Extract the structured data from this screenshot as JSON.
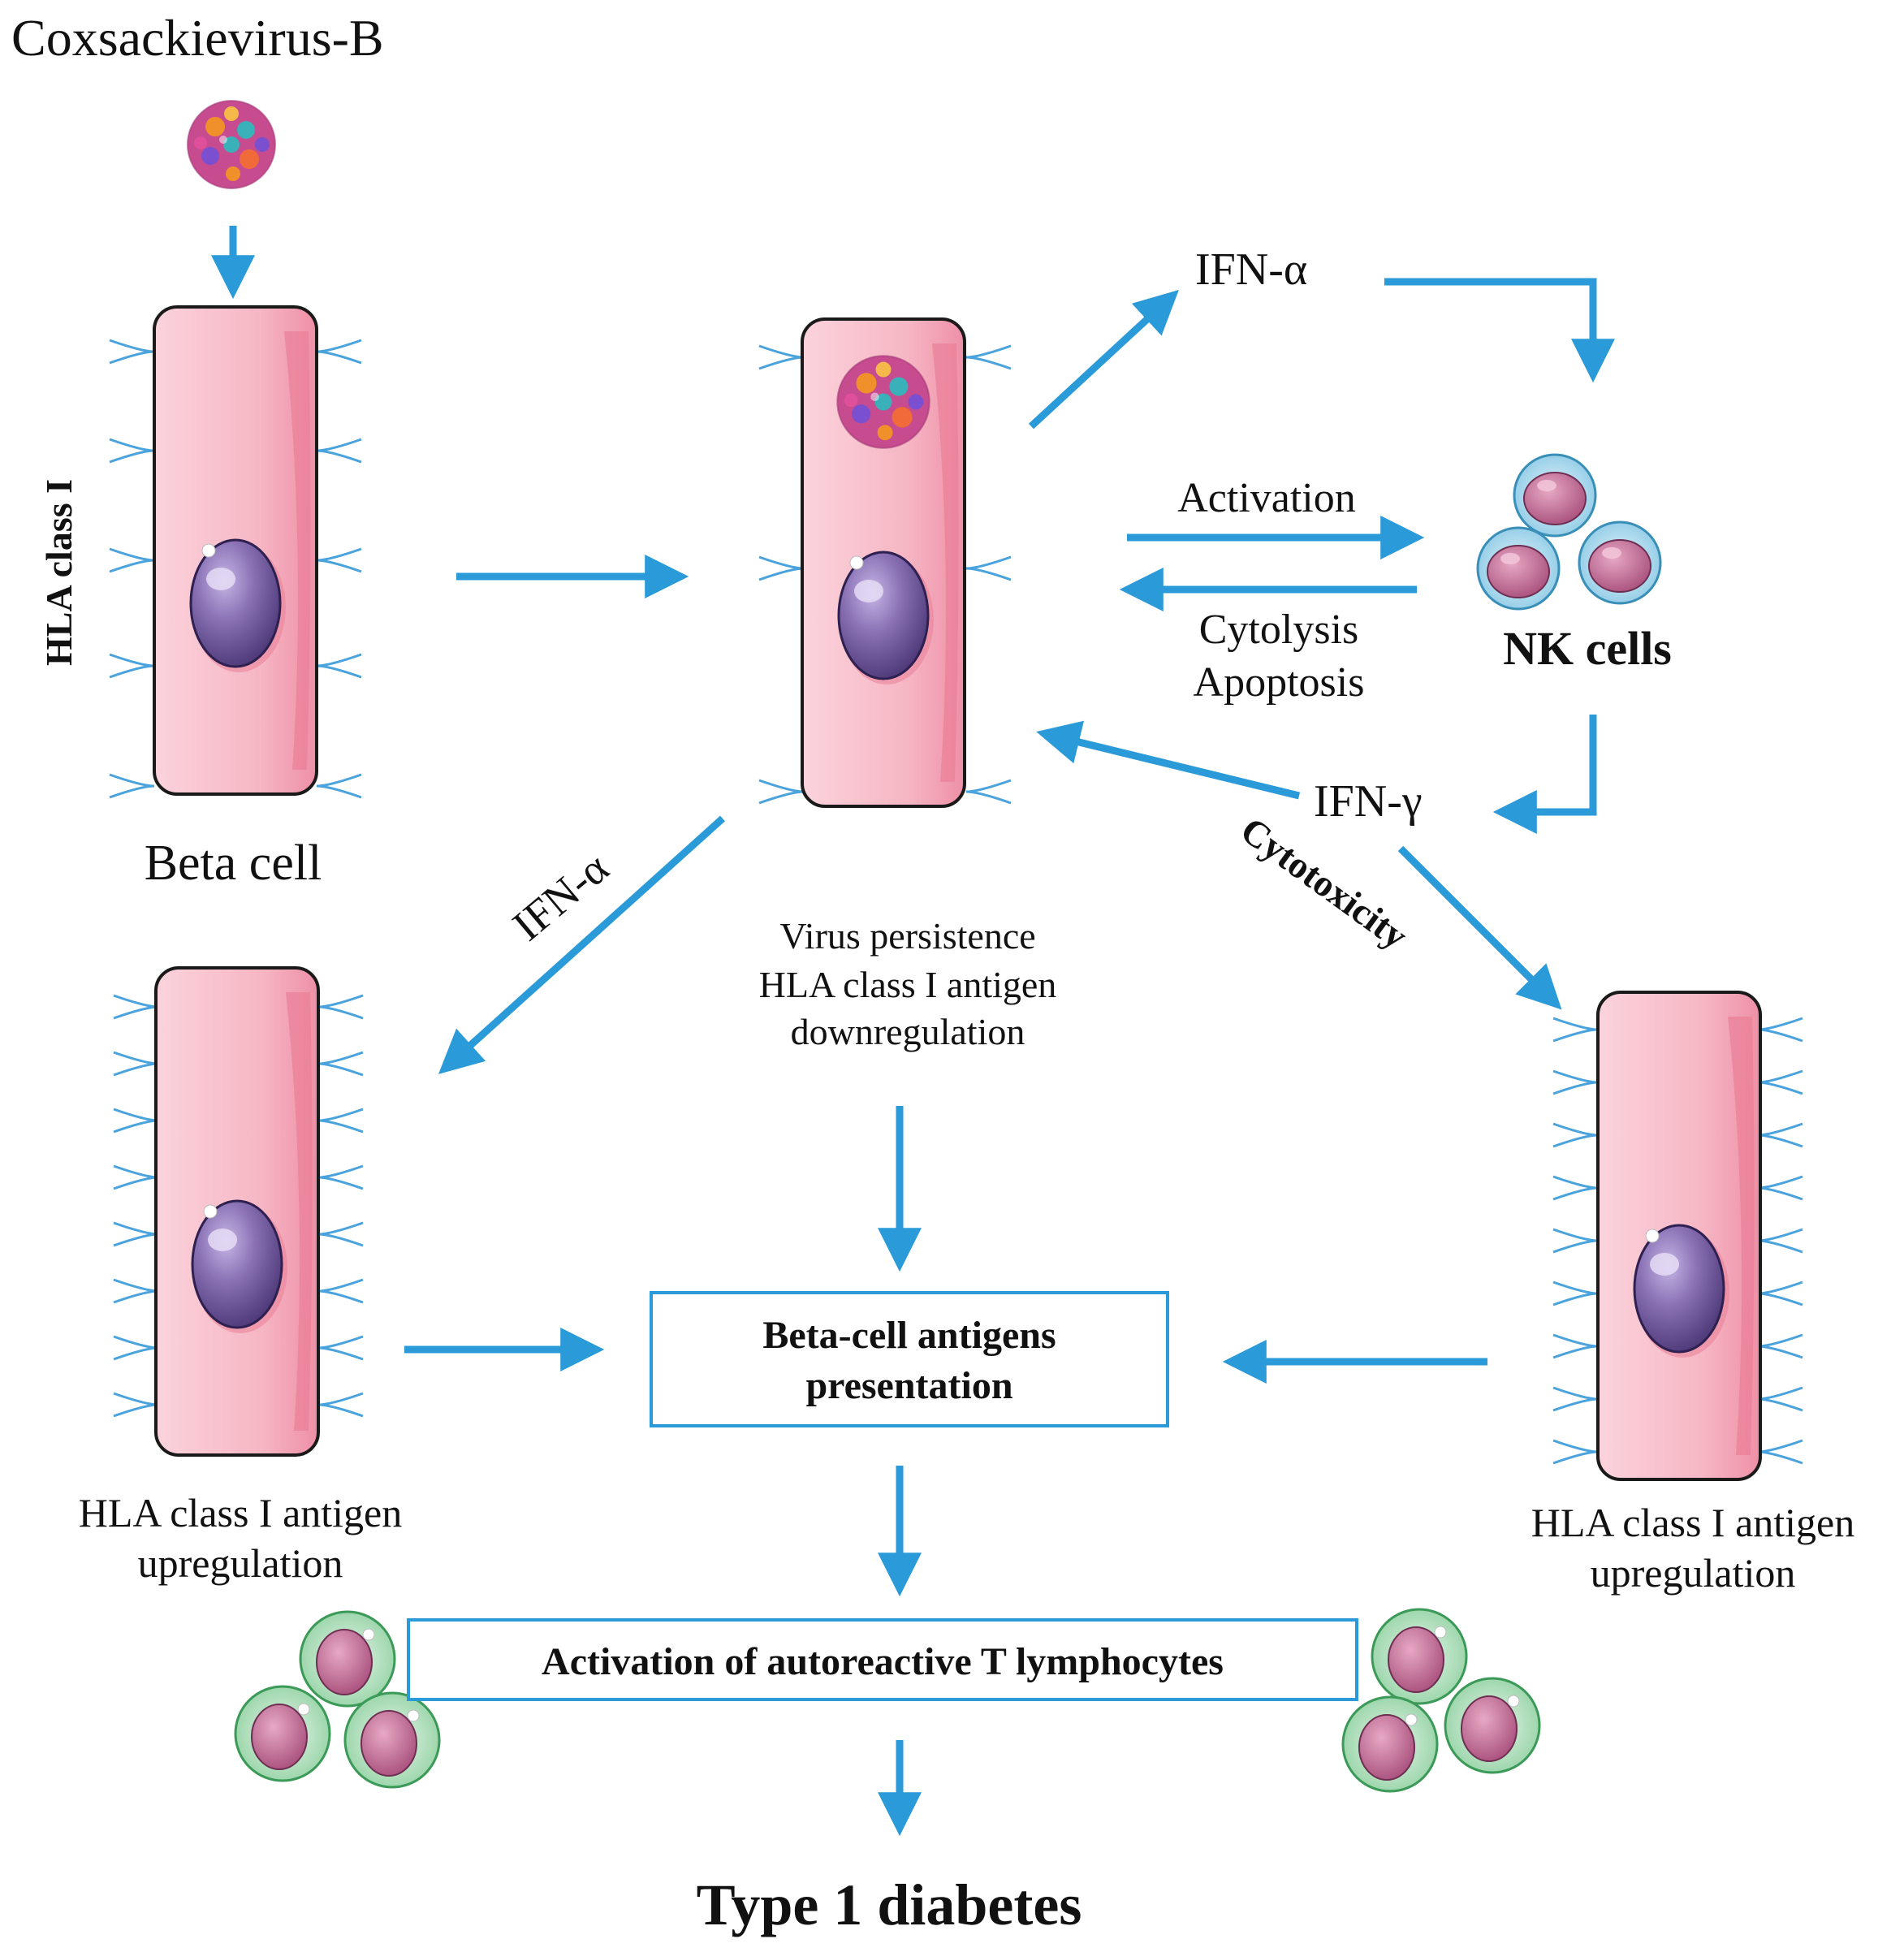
{
  "texts": {
    "virus_title": "Coxsackievirus-B",
    "hla_class_i": "HLA class I",
    "beta_cell": "Beta cell",
    "ifn_alpha_top": "IFN-α",
    "activation": "Activation",
    "cytolysis": "Cytolysis",
    "apoptosis": "Apoptosis",
    "nk_cells": "NK cells",
    "ifn_gamma": "IFN-γ",
    "cytotoxicity": "Cytotoxicity",
    "ifn_alpha_left": "IFN-α",
    "virus_persistence": "Virus persistence",
    "hla_antigen_line": "HLA class I antigen",
    "downregulation": "downregulation",
    "antigen_box_line1": "Beta-cell  antigens",
    "antigen_box_line2": "presentation",
    "left_upreg_line1": "HLA class I antigen",
    "left_upreg_line2": "upregulation",
    "right_upreg_line1": "HLA class I antigen",
    "right_upreg_line2": "upregulation",
    "t_lymph_box": "Activation  of autoreactive  T lymphocytes",
    "outcome": "Type 1 diabetes"
  },
  "colors": {
    "arrow": "#2a9ad8",
    "cell_fill": "#f7b9c6",
    "cell_shade": "#ea7f97",
    "nucleus": "#7b62a3",
    "receptor": "#4aa3dc",
    "nk_outer": "#bfe3f2",
    "t_outer": "#bfe6c8",
    "inner_cell": "#c96c95",
    "box_border": "#2a9ad8"
  },
  "icons": [
    "virus-icon",
    "beta-cell-icon",
    "nucleus-icon",
    "nk-cell-icon",
    "t-lymphocyte-icon",
    "hla-receptor-icon"
  ]
}
